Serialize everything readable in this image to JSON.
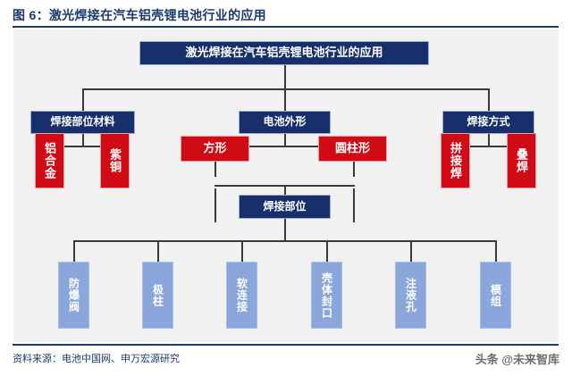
{
  "header": {
    "figure_title": "图 6：激光焊接在汽车铝壳锂电池行业的应用"
  },
  "footer": {
    "source_label": "资料来源：电池中国网、申万宏源研究",
    "watermark": "头条 @未来智库"
  },
  "colors": {
    "navy": "#17306b",
    "red": "#d00b16",
    "light_blue": "#8ba6da",
    "rule": "#1b3a6b",
    "canvas": "#f1f1f1",
    "connector": "#3a3a3a"
  },
  "diagram": {
    "root": {
      "label": "激光焊接在汽车铝壳锂电池行业的应用",
      "style": "navy"
    },
    "branches": [
      {
        "label": "焊接部位材料",
        "style": "navy",
        "children": [
          {
            "label": "铝合金",
            "style": "red",
            "orientation": "vertical"
          },
          {
            "label": "紫铜",
            "style": "red",
            "orientation": "vertical"
          }
        ]
      },
      {
        "label": "电池外形",
        "style": "navy",
        "children": [
          {
            "label": "方形",
            "style": "red",
            "orientation": "horizontal"
          },
          {
            "label": "圆柱形",
            "style": "red",
            "orientation": "horizontal"
          }
        ]
      },
      {
        "label": "焊接方式",
        "style": "navy",
        "children": [
          {
            "label": "拼接焊",
            "style": "red",
            "orientation": "vertical"
          },
          {
            "label": "叠焊",
            "style": "red",
            "orientation": "vertical"
          }
        ]
      }
    ],
    "weld_location": {
      "label": "焊接部位",
      "style": "navy"
    },
    "weld_location_children": [
      {
        "label": "防爆阀",
        "style": "light-blue",
        "orientation": "vertical"
      },
      {
        "label": "极柱",
        "style": "light-blue",
        "orientation": "vertical"
      },
      {
        "label": "软连接",
        "style": "light-blue",
        "orientation": "vertical"
      },
      {
        "label": "壳体封口",
        "style": "light-blue",
        "orientation": "vertical"
      },
      {
        "label": "注液孔",
        "style": "light-blue",
        "orientation": "vertical"
      },
      {
        "label": "模组",
        "style": "light-blue",
        "orientation": "vertical"
      }
    ]
  }
}
